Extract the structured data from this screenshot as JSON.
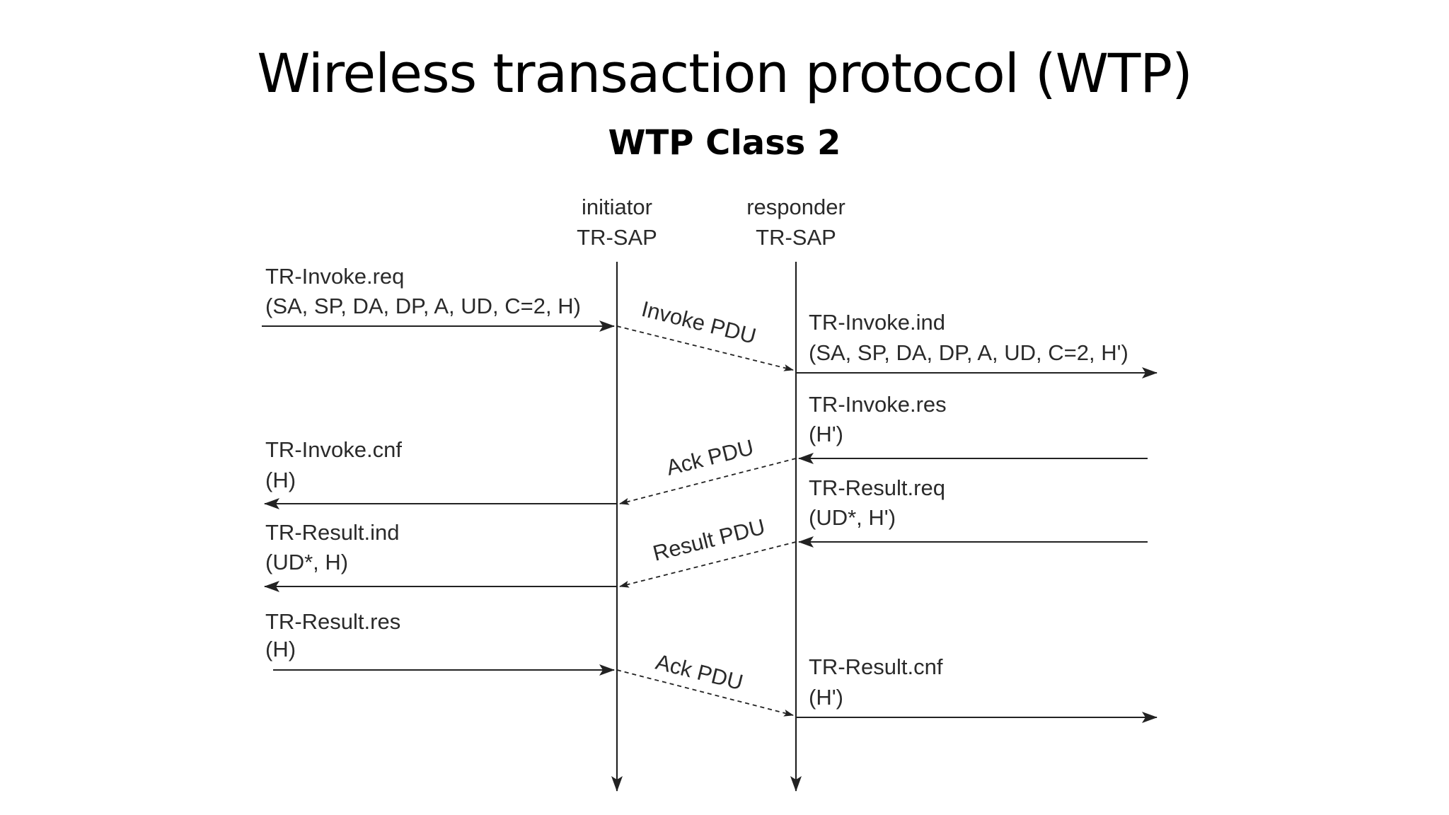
{
  "slide": {
    "title": "Wireless transaction protocol (WTP)",
    "subtitle": "WTP Class 2"
  },
  "diagram": {
    "lanes": {
      "initiator": {
        "line1": "initiator",
        "line2": "TR-SAP"
      },
      "responder": {
        "line1": "responder",
        "line2": "TR-SAP"
      }
    },
    "primitives": {
      "invoke_req": {
        "name": "TR-Invoke.req",
        "params": "(SA, SP, DA, DP, A, UD, C=2, H)"
      },
      "invoke_ind": {
        "name": "TR-Invoke.ind",
        "params": "(SA, SP, DA, DP, A, UD, C=2, H')"
      },
      "invoke_res": {
        "name": "TR-Invoke.res",
        "params": "(H')"
      },
      "invoke_cnf": {
        "name": "TR-Invoke.cnf",
        "params": "(H)"
      },
      "result_req": {
        "name": "TR-Result.req",
        "params": "(UD*, H')"
      },
      "result_ind": {
        "name": "TR-Result.ind",
        "params": "(UD*, H)"
      },
      "result_res": {
        "name": "TR-Result.res",
        "params": "(H)"
      },
      "result_cnf": {
        "name": "TR-Result.cnf",
        "params": "(H')"
      }
    },
    "pdus": {
      "invoke": "Invoke PDU",
      "ack1": "Ack PDU",
      "result": "Result PDU",
      "ack2": "Ack PDU"
    }
  }
}
